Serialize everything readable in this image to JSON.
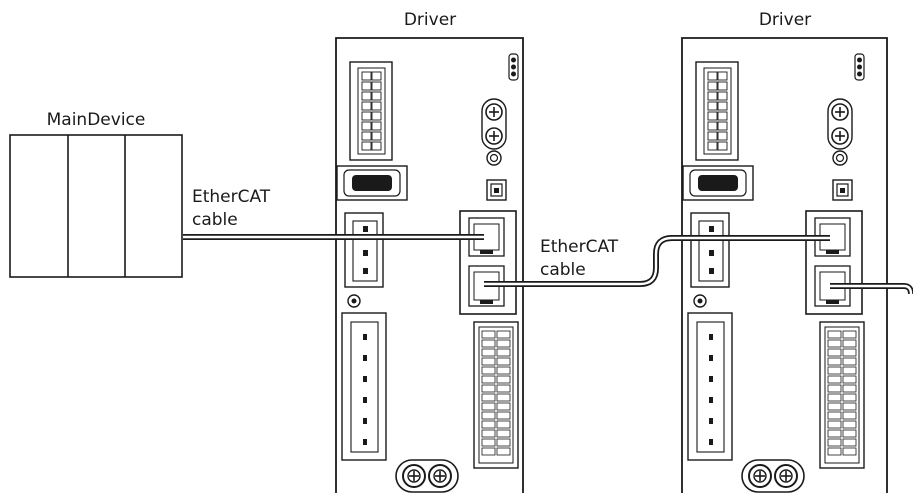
{
  "main_device": {
    "label": "MainDevice"
  },
  "drivers": [
    {
      "label": "Driver"
    },
    {
      "label": "Driver"
    }
  ],
  "cables": [
    {
      "label_line1": "EtherCAT",
      "label_line2": "cable"
    },
    {
      "label_line1": "EtherCAT",
      "label_line2": "cable"
    }
  ]
}
